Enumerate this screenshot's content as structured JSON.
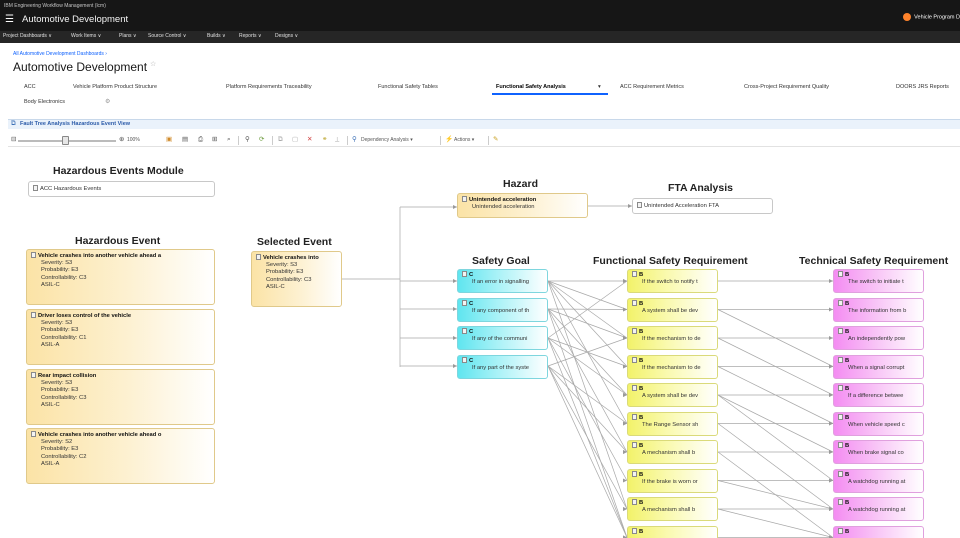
{
  "header": {
    "product": "IBM Engineering Workflow Management (lcm)",
    "app_title": "Automotive Development",
    "user_label": "Vehicle Program D"
  },
  "nav": [
    "Project Dashboards ∨",
    "Work Items ∨",
    "Plans ∨",
    "Source Control ∨",
    "Builds ∨",
    "Reports ∨",
    "Designs ∨"
  ],
  "breadcrumb": "All Automotive Development Dashboards ›",
  "page_title": "Automotive Development",
  "tabs": [
    "ACC",
    "Vehicle Platform Product Structure",
    "Platform Requirements Traceability",
    "Functional Safety Tables",
    "Functional Safety Analysis",
    "ACC Requirement Metrics",
    "Cross-Project Requirement Quality",
    "DOORS JRS Reports",
    "Body Electronics"
  ],
  "active_tab": "Functional Safety Analysis",
  "view_title": "Fault Tree Analysis Hazardous Event View",
  "toolbar": {
    "zoom": "100%",
    "dependency_analysis": "Dependency Analysis",
    "actions": "Actions"
  },
  "icons": {
    "menu": "hamburger-icon",
    "user": "user-avatar-icon",
    "star": "favorite-star-icon",
    "gear": "gear-icon",
    "view": "diagram-view-icon",
    "artifact": "document-icon"
  },
  "colors": {
    "topbar": "#161616",
    "accent": "#0f62fe",
    "hazardous_event": "#fbe3a6",
    "safety_goal": "#5fe5ef",
    "functional_req": "#f2f26a",
    "technical_req": "#f48cf2"
  },
  "diagram": {
    "modules_header": "Hazardous Events Module",
    "module_item": "ACC Hazardous Events",
    "hazardous_event_header": "Hazardous Event",
    "hazardous_events": [
      {
        "title": "Vehicle crashes into another vehicle ahead a",
        "severity": "Severity: S3",
        "probability": "Probability: E3",
        "controllability": "Controllability: C3",
        "asil": "ASIL-C"
      },
      {
        "title": "Driver loses control of the vehicle",
        "severity": "Severity: S3",
        "probability": "Probability: E3",
        "controllability": "Controllability: C1",
        "asil": "ASIL-A"
      },
      {
        "title": "Rear impact collision",
        "severity": "Severity: S3",
        "probability": "Probability: E3",
        "controllability": "Controllability: C3",
        "asil": "ASIL-C"
      },
      {
        "title": "Vehicle crashes into another vehicle ahead o",
        "severity": "Severity: S2",
        "probability": "Probability: E3",
        "controllability": "Controllability: C2",
        "asil": "ASIL-A"
      }
    ],
    "selected_event_header": "Selected Event",
    "selected_event": {
      "title": "Vehicle crashes into",
      "severity": "Severity: S3",
      "probability": "Probability: E3",
      "controllability": "Controllability: C3",
      "asil": "ASIL-C"
    },
    "hazard_header": "Hazard",
    "hazard": {
      "title": "Unintended acceleration",
      "text": "Unintended acceleration"
    },
    "fta_header": "FTA Analysis",
    "fta_item": "Unintended Acceleration FTA",
    "safety_goal_header": "Safety Goal",
    "safety_goals": [
      {
        "id": "C",
        "text": "If an error in signalling"
      },
      {
        "id": "C",
        "text": "If any component of th"
      },
      {
        "id": "C",
        "text": "If any of the communi"
      },
      {
        "id": "C",
        "text": "If any part of the syste"
      }
    ],
    "fsr_header": "Functional Safety Requirement",
    "fsr": [
      {
        "id": "B",
        "text": "If the switch to notify t"
      },
      {
        "id": "B",
        "text": "A system shall be dev"
      },
      {
        "id": "B",
        "text": "If the mechanism to de"
      },
      {
        "id": "B",
        "text": "If the mechanism to de"
      },
      {
        "id": "B",
        "text": "A system shall be dev"
      },
      {
        "id": "B",
        "text": "The Range Sensor sh"
      },
      {
        "id": "B",
        "text": "A mechanism shall b"
      },
      {
        "id": "B",
        "text": "If the brake is worn or"
      },
      {
        "id": "B",
        "text": "A mechanism shall b"
      },
      {
        "id": "B",
        "text": ""
      }
    ],
    "tsr_header": "Technical Safety Requirement",
    "tsr": [
      {
        "id": "B",
        "text": "The switch to initiate t"
      },
      {
        "id": "B",
        "text": "The information from b"
      },
      {
        "id": "B",
        "text": "An independently pow"
      },
      {
        "id": "B",
        "text": "When a signal corrupt"
      },
      {
        "id": "B",
        "text": "If a difference betwee"
      },
      {
        "id": "B",
        "text": "When vehicle speed c"
      },
      {
        "id": "B",
        "text": "When brake signal co"
      },
      {
        "id": "B",
        "text": "A watchdog running at"
      },
      {
        "id": "B",
        "text": "A watchdog running at"
      },
      {
        "id": "B",
        "text": ""
      }
    ]
  }
}
